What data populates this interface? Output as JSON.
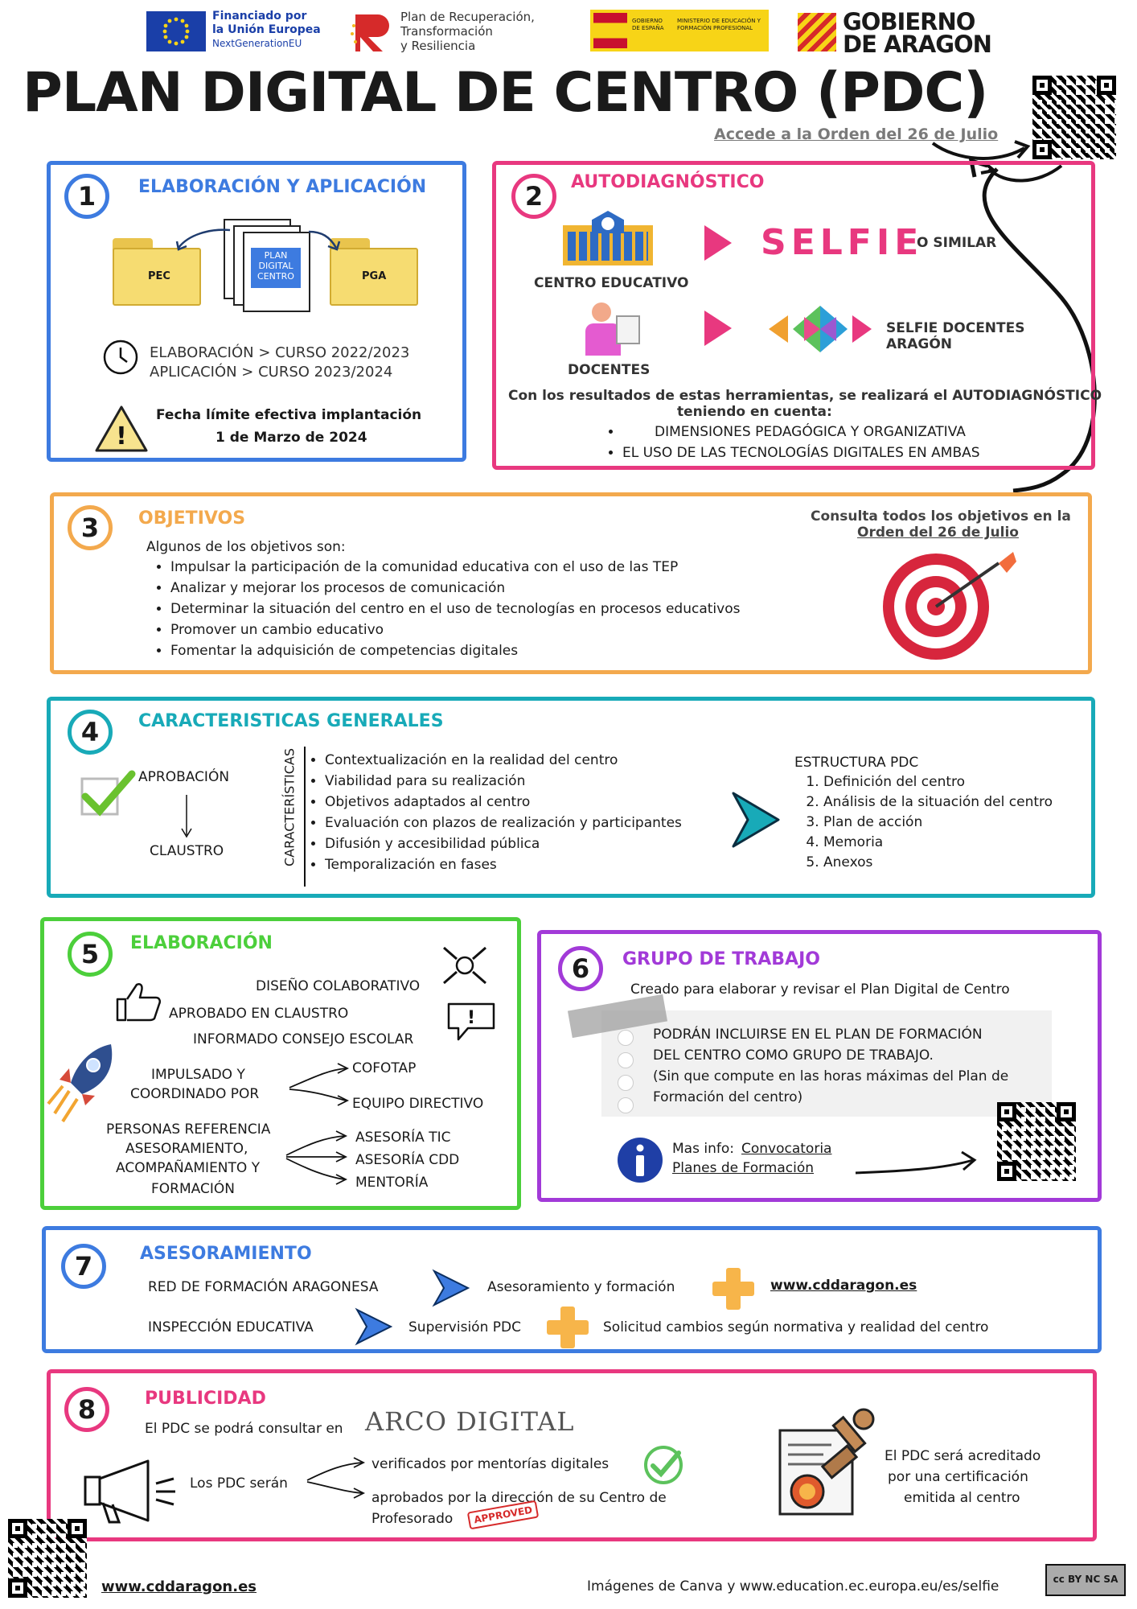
{
  "header": {
    "eu_line1": "Financiado por",
    "eu_line2": "la Unión Europea",
    "eu_line3": "NextGenerationEU",
    "prtr_line1": "Plan de Recuperación,",
    "prtr_line2": "Transformación",
    "prtr_line3": "y Resiliencia",
    "gob_esp": "GOBIERNO DE ESPAÑA",
    "ministerio": "MINISTERIO DE EDUCACIÓN Y FORMACIÓN PROFESIONAL",
    "aragon_line1": "GOBIERNO",
    "aragon_line2": "DE ARAGON",
    "title": "PLAN DIGITAL DE CENTRO (PDC)",
    "order_link": "Accede a la Orden del 26 de Julio"
  },
  "s1": {
    "num": "1",
    "title": "ELABORACIÓN Y APLICACIÓN",
    "doc_label_1": "PLAN",
    "doc_label_2": "DIGITAL",
    "doc_label_3": "CENTRO",
    "pec": "PEC",
    "pga": "PGA",
    "elab": "ELABORACIÓN >  CURSO 2022/2023",
    "aplic": "APLICACIÓN > CURSO 2023/2024",
    "deadline_1": "Fecha límite efectiva implantación",
    "deadline_2": "1 de Marzo de 2024"
  },
  "s2": {
    "num": "2",
    "title": "AUTODIAGNÓSTICO",
    "centro": "CENTRO EDUCATIVO",
    "selfie": "SELFIE",
    "similar": "O SIMILAR",
    "docentes": "DOCENTES",
    "selfie_docentes_1": "SELFIE DOCENTES",
    "selfie_docentes_2": "ARAGÓN",
    "results_1": "Con los resultados de estas herramientas, se realizará el AUTODIAGNÓSTICO",
    "results_2": "teniendo en cuenta:",
    "bullets": [
      "DIMENSIONES PEDAGÓGICA Y ORGANIZATIVA",
      "EL USO DE LAS TECNOLOGÍAS DIGITALES EN AMBAS"
    ]
  },
  "s3": {
    "num": "3",
    "title": "OBJETIVOS",
    "intro": "Algunos de los objetivos son:",
    "bullets": [
      "Impulsar la participación de la comunidad educativa con el uso de las TEP",
      "Analizar y mejorar los procesos de comunicación",
      "Determinar la situación del centro en el uso de tecnologías en procesos educativos",
      "Promover un cambio educativo",
      "Fomentar la adquisición de competencias digitales"
    ],
    "consulta_1": "Consulta todos los objetivos en la",
    "consulta_2": "Orden del 26 de Julio"
  },
  "s4": {
    "num": "4",
    "title": "CARACTERISTICAS GENERALES",
    "aprobacion": "APROBACIÓN",
    "claustro": "CLAUSTRO",
    "vertical": "CARACTERÍSTICAS",
    "bullets": [
      "Contextualización en la realidad del centro",
      "Viabilidad para su realización",
      "Objetivos adaptados al centro",
      "Evaluación con plazos de realización y participantes",
      "Difusión y accesibilidad pública",
      "Temporalización en fases"
    ],
    "estructura": "ESTRUCTURA PDC",
    "estructura_items": [
      "Definición del centro",
      "Análisis de la situación del centro",
      "Plan de acción",
      "Memoria",
      "Anexos"
    ]
  },
  "s5": {
    "num": "5",
    "title": "ELABORACIÓN",
    "diseno": "DISEÑO COLABORATIVO",
    "aprobado": "APROBADO EN CLAUSTRO",
    "informado": "INFORMADO CONSEJO ESCOLAR",
    "impulsado_1": "IMPULSADO Y",
    "impulsado_2": "COORDINADO POR",
    "cofotap": "COFOTAP",
    "equipo": "EQUIPO DIRECTIVO",
    "personas_1": "PERSONAS REFERENCIA",
    "personas_2": "ASESORAMIENTO,",
    "personas_3": "ACOMPAÑAMIENTO Y",
    "personas_4": "FORMACIÓN",
    "tic": "ASESORÍA TIC",
    "cdd": "ASESORÍA CDD",
    "mentoria": "MENTORÍA"
  },
  "s6": {
    "num": "6",
    "title": "GRUPO DE TRABAJO",
    "creado": "Creado para elaborar y revisar el Plan Digital de Centro",
    "note_1": "PODRÁN INCLUIRSE EN EL PLAN DE FORMACIÓN",
    "note_2": "DEL CENTRO COMO GRUPO DE TRABAJO.",
    "note_3": "(Sin que compute en las horas máximas del Plan de",
    "note_4": "Formación del centro)",
    "info_prefix": "Mas info: ",
    "info_link_1": "Convocatoria",
    "info_link_2": "Planes de Formación"
  },
  "s7": {
    "num": "7",
    "title": "ASESORAMIENTO",
    "red": "RED DE FORMACIÓN ARAGONESA",
    "asesoramiento": "Asesoramiento y formación",
    "web": "www.cddaragon.es",
    "inspeccion": "INSPECCIÓN EDUCATIVA",
    "supervision": "Supervisión PDC",
    "solicitud": "Solicitud cambios según normativa y realidad del centro"
  },
  "s8": {
    "num": "8",
    "title": "PUBLICIDAD",
    "consultar": "El PDC se podrá consultar en",
    "arco": "ARCO DIGITAL",
    "seran": "Los PDC serán",
    "verificados": "verificados por mentorías digitales",
    "aprobados_1": "aprobados por la dirección de su Centro de",
    "aprobados_2": "Profesorado",
    "approved": "APPROVED",
    "acreditado_1": "El PDC será acreditado",
    "acreditado_2": "por una certificación",
    "acreditado_3": "emitida al centro"
  },
  "footer": {
    "web": "www.cddaragon.es",
    "credits": "Imágenes de Canva y www.education.ec.europa.eu/es/selfie",
    "cc": "cc BY NC SA"
  },
  "colors": {
    "s1": "#3d7be0",
    "s2": "#e8387f",
    "s3": "#f3a94d",
    "s4": "#18aab8",
    "s5": "#4ccf3b",
    "s6": "#a23ad8",
    "s7": "#3d7be0",
    "s8": "#e8387f"
  }
}
